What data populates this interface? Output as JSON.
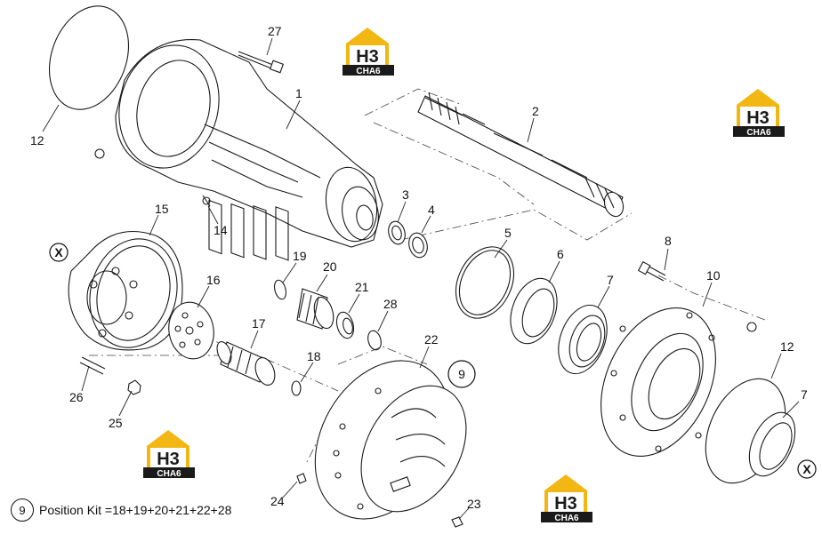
{
  "callouts": {
    "c1": "1",
    "c2": "2",
    "c3": "3",
    "c4": "4",
    "c5": "5",
    "c6": "6",
    "c7a": "7",
    "c7b": "7",
    "c8": "8",
    "c9": "9",
    "c10": "10",
    "c12a": "12",
    "c12b": "12",
    "c14": "14",
    "c15": "15",
    "c16": "16",
    "c17": "17",
    "c18": "18",
    "c19": "19",
    "c20": "20",
    "c21": "21",
    "c22": "22",
    "c23": "23",
    "c24": "24",
    "c25": "25",
    "c26": "26",
    "c27": "27",
    "c28": "28",
    "xa": "X",
    "xb": "X"
  },
  "watermark": {
    "top": "H3",
    "bottom": "CHA6"
  },
  "legend": {
    "kit_number": "9",
    "text": "Position Kit =18+19+20+21+22+28"
  },
  "colors": {
    "accent": "#f2b712",
    "ink": "#1a1a1a",
    "badge_dark": "#1a1a1a"
  }
}
